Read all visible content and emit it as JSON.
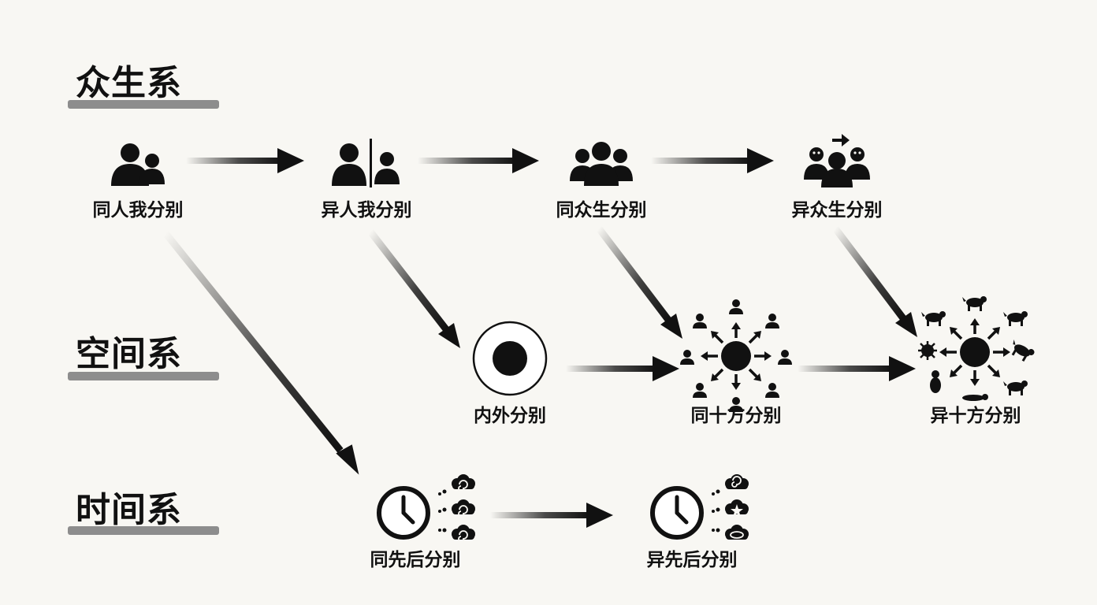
{
  "systems": {
    "beings": "众生系",
    "space": "空间系",
    "time": "时间系"
  },
  "nodes": {
    "same_self_other": "同人我分别",
    "diff_self_other": "异人我分别",
    "same_beings": "同众生分别",
    "diff_beings": "异众生分别",
    "inner_outer": "内外分别",
    "same_ten_directions": "同十方分别",
    "diff_ten_directions": "异十方分别",
    "same_before_after": "同先后分别",
    "diff_before_after": "异先后分别"
  },
  "colors": {
    "background": "#f8f7f3",
    "ink": "#111111",
    "underline": "#8d8d8d"
  },
  "icons": [
    "two-people-icon",
    "divided-people-icon",
    "group-icon",
    "differing-group-icon",
    "circled-dot-icon",
    "radiating-people-icon",
    "radiating-animals-icon",
    "clock-thoughts-icon",
    "clock-varied-thoughts-icon"
  ]
}
